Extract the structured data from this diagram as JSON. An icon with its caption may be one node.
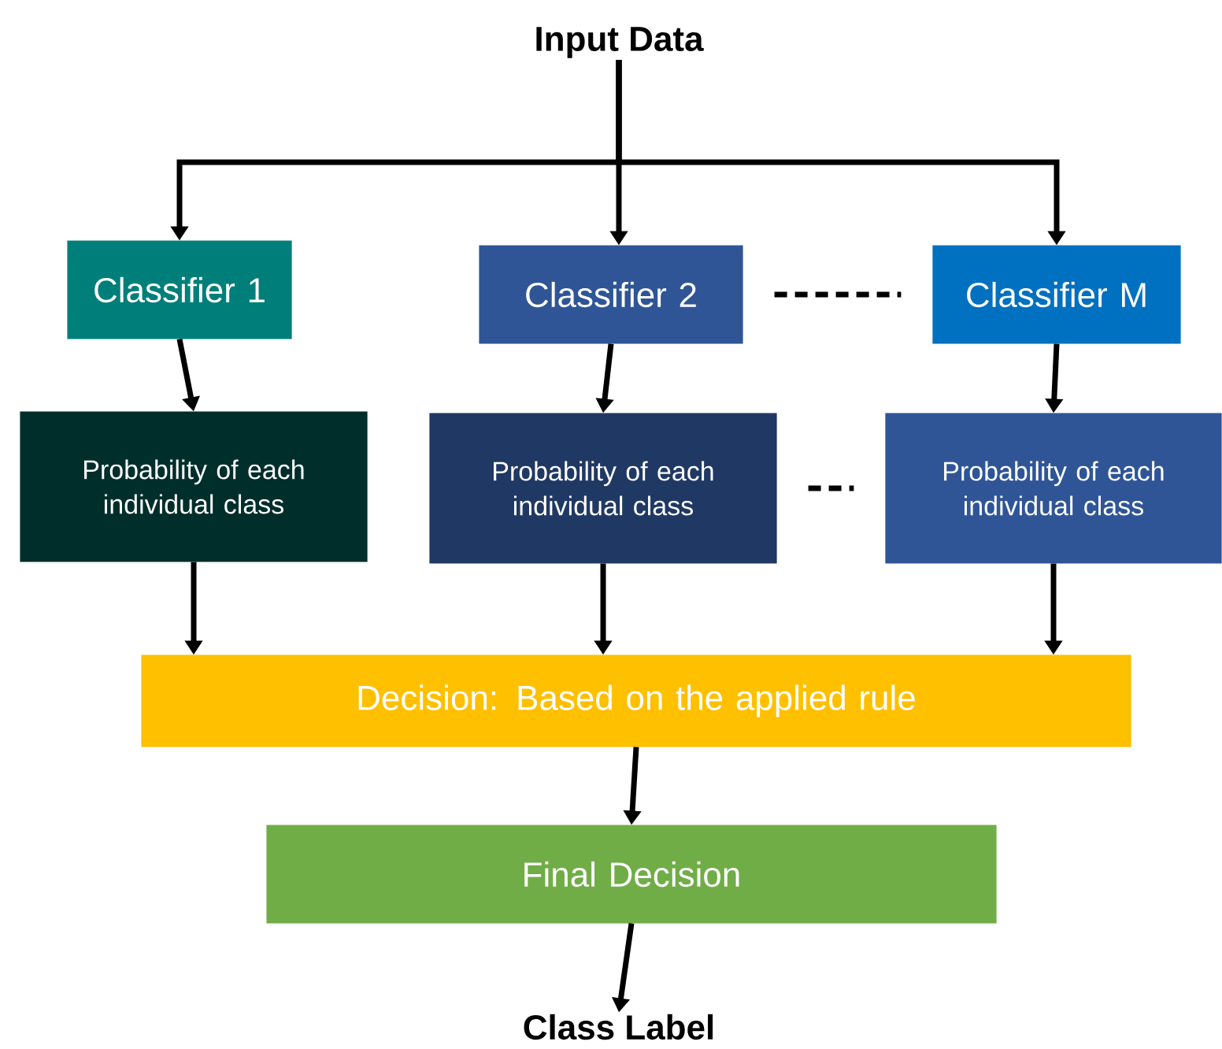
{
  "diagram": {
    "nodes": [
      {
        "text": [
          "Input Data"
        ]
      },
      {
        "text": [
          "Classifier 1"
        ]
      },
      {
        "text": [
          "Classifier 2"
        ]
      },
      {
        "text": [
          "Classifier M"
        ]
      },
      {
        "text": [
          "Probability of each individual class"
        ]
      },
      {
        "text": [
          "Probability of each individual class"
        ]
      },
      {
        "text": [
          "Probability of each individual class"
        ]
      },
      {
        "text": [
          "Decision: Based on the applied rule"
        ]
      },
      {
        "text": [
          "Final Decision"
        ]
      },
      {
        "text": [
          "Class Label"
        ]
      }
    ],
    "edges": [
      {
        "from": 0,
        "to": 1,
        "arrow": "to"
      },
      {
        "from": 0,
        "to": 2,
        "arrow": "to"
      },
      {
        "from": 0,
        "to": 3,
        "arrow": "to"
      },
      {
        "from": 2,
        "to": 3,
        "arrow": "none",
        "style": "dashed"
      },
      {
        "from": 1,
        "to": 4,
        "arrow": "to"
      },
      {
        "from": 2,
        "to": 5,
        "arrow": "to"
      },
      {
        "from": 3,
        "to": 6,
        "arrow": "to"
      },
      {
        "from": 5,
        "to": 6,
        "arrow": "none",
        "style": "dashed"
      },
      {
        "from": 4,
        "to": 7,
        "arrow": "to"
      },
      {
        "from": 5,
        "to": 7,
        "arrow": "to"
      },
      {
        "from": 6,
        "to": 7,
        "arrow": "to"
      },
      {
        "from": 7,
        "to": 8,
        "arrow": "to"
      },
      {
        "from": 8,
        "to": 9,
        "arrow": "to"
      }
    ]
  }
}
